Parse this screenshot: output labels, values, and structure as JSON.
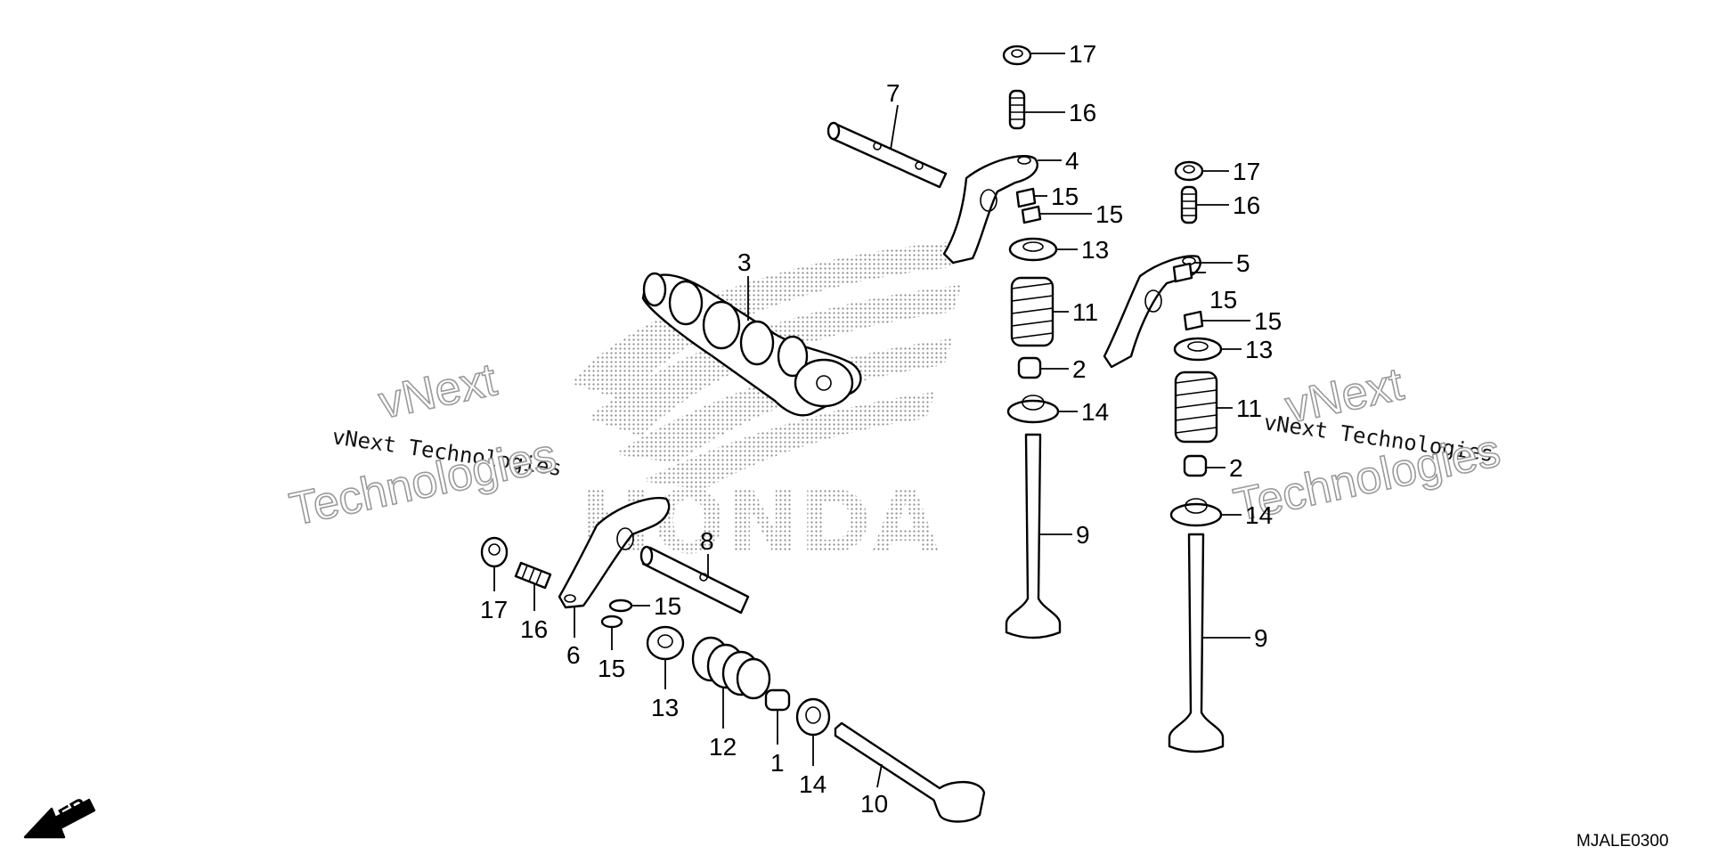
{
  "callouts": {
    "c17a": "17",
    "c16a": "16",
    "c4": "4",
    "c7": "7",
    "c15a": "15",
    "c15b": "15",
    "c13a": "13",
    "c3": "3",
    "c11a": "11",
    "c2a": "2",
    "c14a": "14",
    "c9a": "9",
    "c17b": "17",
    "c16b": "16",
    "c5": "5",
    "c15c": "15",
    "c15d": "15",
    "c13b": "13",
    "c11b": "11",
    "c2b": "2",
    "c14b": "14",
    "c9b": "9",
    "c8": "8",
    "c17c": "17",
    "c16c": "16",
    "c6": "6",
    "c15e": "15",
    "c15f": "15",
    "c13c": "13",
    "c12": "12",
    "c1": "1",
    "c14c": "14",
    "c10": "10"
  },
  "front_marker": "FR.",
  "diagram_code": "MJALE0300",
  "logo_text": "HONDA",
  "watermark": {
    "small": "vNext Technologies",
    "big_line1": "vNext",
    "big_line2": "Technologies"
  }
}
